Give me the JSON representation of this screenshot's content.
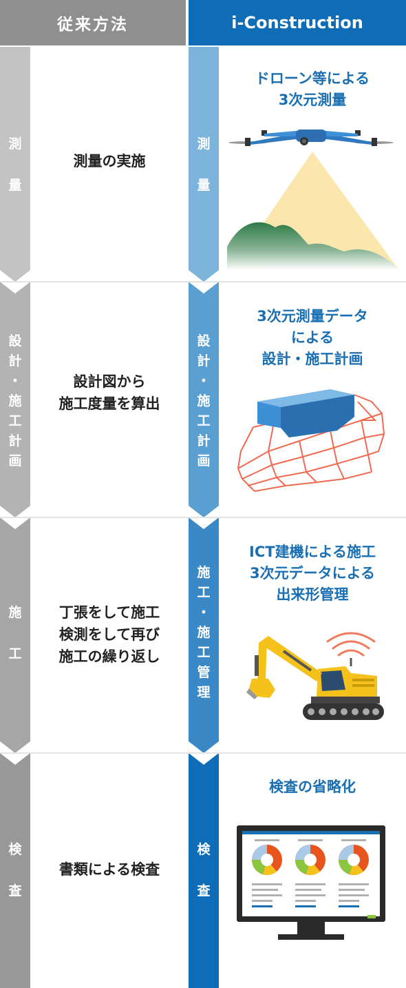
{
  "header": {
    "left": "従来方法",
    "right": "i-Construction"
  },
  "rows": [
    {
      "left_tab": [
        "測",
        "",
        "量"
      ],
      "left_text": [
        "測量の実施"
      ],
      "right_tab": [
        "測",
        "",
        "量"
      ],
      "right_title": [
        "ドローン等による",
        "3次元測量"
      ],
      "illustration": "drone-survey-icon"
    },
    {
      "left_tab": [
        "設",
        "計",
        "・",
        "施",
        "工",
        "計",
        "画"
      ],
      "left_text": [
        "設計図から",
        "施工度量を算出"
      ],
      "right_tab": [
        "設",
        "計",
        "・",
        "施",
        "工",
        "計",
        "画"
      ],
      "right_title": [
        "3次元測量データ",
        "による",
        "設計・施工計画"
      ],
      "illustration": "3d-terrain-mesh-icon"
    },
    {
      "left_tab": [
        "施",
        "",
        "工"
      ],
      "left_text": [
        "丁張をして施工",
        "検測をして再び",
        "施工の繰り返し"
      ],
      "right_tab": [
        "施",
        "工",
        "・",
        "施",
        "工",
        "管",
        "理"
      ],
      "right_title": [
        "ICT建機による施工",
        "3次元データによる",
        "出来形管理"
      ],
      "illustration": "ict-excavator-icon"
    },
    {
      "left_tab": [
        "検",
        "",
        "査"
      ],
      "left_text": [
        "書類による検査"
      ],
      "right_tab": [
        "検",
        "",
        "査"
      ],
      "right_title": [
        "検査の省略化"
      ],
      "illustration": "monitor-charts-icon"
    }
  ],
  "colors": {
    "left_tabs": [
      "#c3c3c3",
      "#b3b3b3",
      "#a6a6a6",
      "#989898"
    ],
    "right_tabs": [
      "#7cb4dc",
      "#5a9fd2",
      "#3a88c6",
      "#0f6cb6"
    ]
  }
}
